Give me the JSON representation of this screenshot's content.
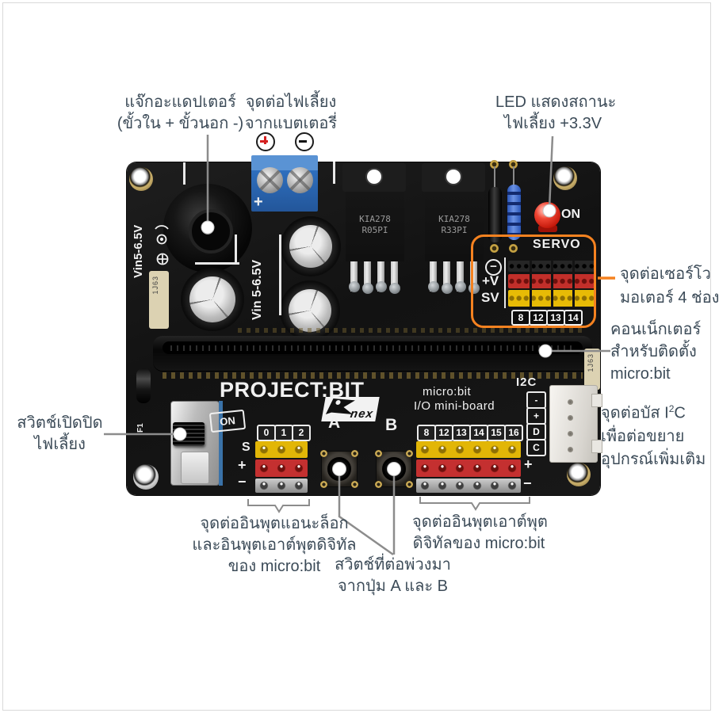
{
  "colors": {
    "annotation_text": "#3C4B58",
    "callout_orange": "#F58220",
    "callout_line_gray": "#8C8C8C",
    "board_black": "#161616",
    "pin_red": "#C43030",
    "pin_yellow": "#E2B607",
    "terminal_blue": "#2E6FBE",
    "led_red": "#D6281A"
  },
  "callouts": {
    "adapter_jack": {
      "line1": "แจ๊กอะแดปเตอร์",
      "line2": "(ขั้วใน + ขั้วนอก -)"
    },
    "battery": {
      "line1": "จุดต่อไฟเลี้ยง",
      "line2": "จากแบตเตอรี่"
    },
    "led": {
      "line1": "LED แสดงสถานะ",
      "line2": "ไฟเลี้ยง +3.3V"
    },
    "servo": {
      "line1": "จุดต่อเซอร์โว",
      "line2": "มอเตอร์ 4 ช่อง"
    },
    "microbit_connector": {
      "line1": "คอนเน็กเตอร์",
      "line2": "สำหรับติดตั้ง",
      "line3": "micro:bit"
    },
    "i2c_bus": {
      "line1_prefix": "จุดต่อบัส I",
      "line1_sup": "2",
      "line1_suffix": "C",
      "line2": "เพื่อต่อขยาย",
      "line3": "อุปกรณ์เพิ่มเติม"
    },
    "power_switch": {
      "line1": "สวิตช์เปิดปิด",
      "line2": "ไฟเลี้ยง"
    },
    "analog_header": {
      "line1": "จุดต่ออินพุตแอนะล็อก",
      "line2": "และอินพุตเอาต์พุตดิจิทัล",
      "line3": "ของ micro:bit"
    },
    "ab_switches": {
      "line1": "สวิตช์ที่ต่อพ่วงมา",
      "line2": "จากปุ่ม A และ B"
    },
    "digital_header": {
      "line1": "จุดต่ออินพุตเอาต์พุต",
      "line2": "ดิจิทัลของ micro:bit"
    }
  },
  "board": {
    "silkscreen": {
      "vin_left": "Vin5-6.5V",
      "vin_mid_plus": "+",
      "vin_mid": "Vin 5-6.5V",
      "title": "PROJECT:BIT",
      "microbit_line1": "micro:bit",
      "microbit_line2": "I/O mini-board",
      "on_led": "ON",
      "on_switch": "ON",
      "i2c": "I2C",
      "btn_a": "A",
      "btn_b": "B",
      "fuse_label": "F1",
      "left_header_rows": [
        "S",
        "+",
        "−"
      ],
      "right_header_plus": "+",
      "right_header_minus": "−"
    },
    "components": {
      "reg1_line1": "KIA278",
      "reg1_line2": "R05PI",
      "reg2_line1": "KIA278",
      "reg2_line2": "R33PI",
      "diode_label": "1J63",
      "logo": "nex"
    },
    "servo_block": {
      "label": "SERVO",
      "row_minus": "−",
      "row_pv": "+V",
      "row_sv": "SV",
      "pins": [
        "8",
        "12",
        "13",
        "14"
      ]
    },
    "left_header_pins": [
      "0",
      "1",
      "2"
    ],
    "right_header_pins": [
      "8",
      "12",
      "13",
      "14",
      "15",
      "16"
    ],
    "i2c_pins": [
      "-",
      "+",
      "D",
      "C"
    ]
  }
}
